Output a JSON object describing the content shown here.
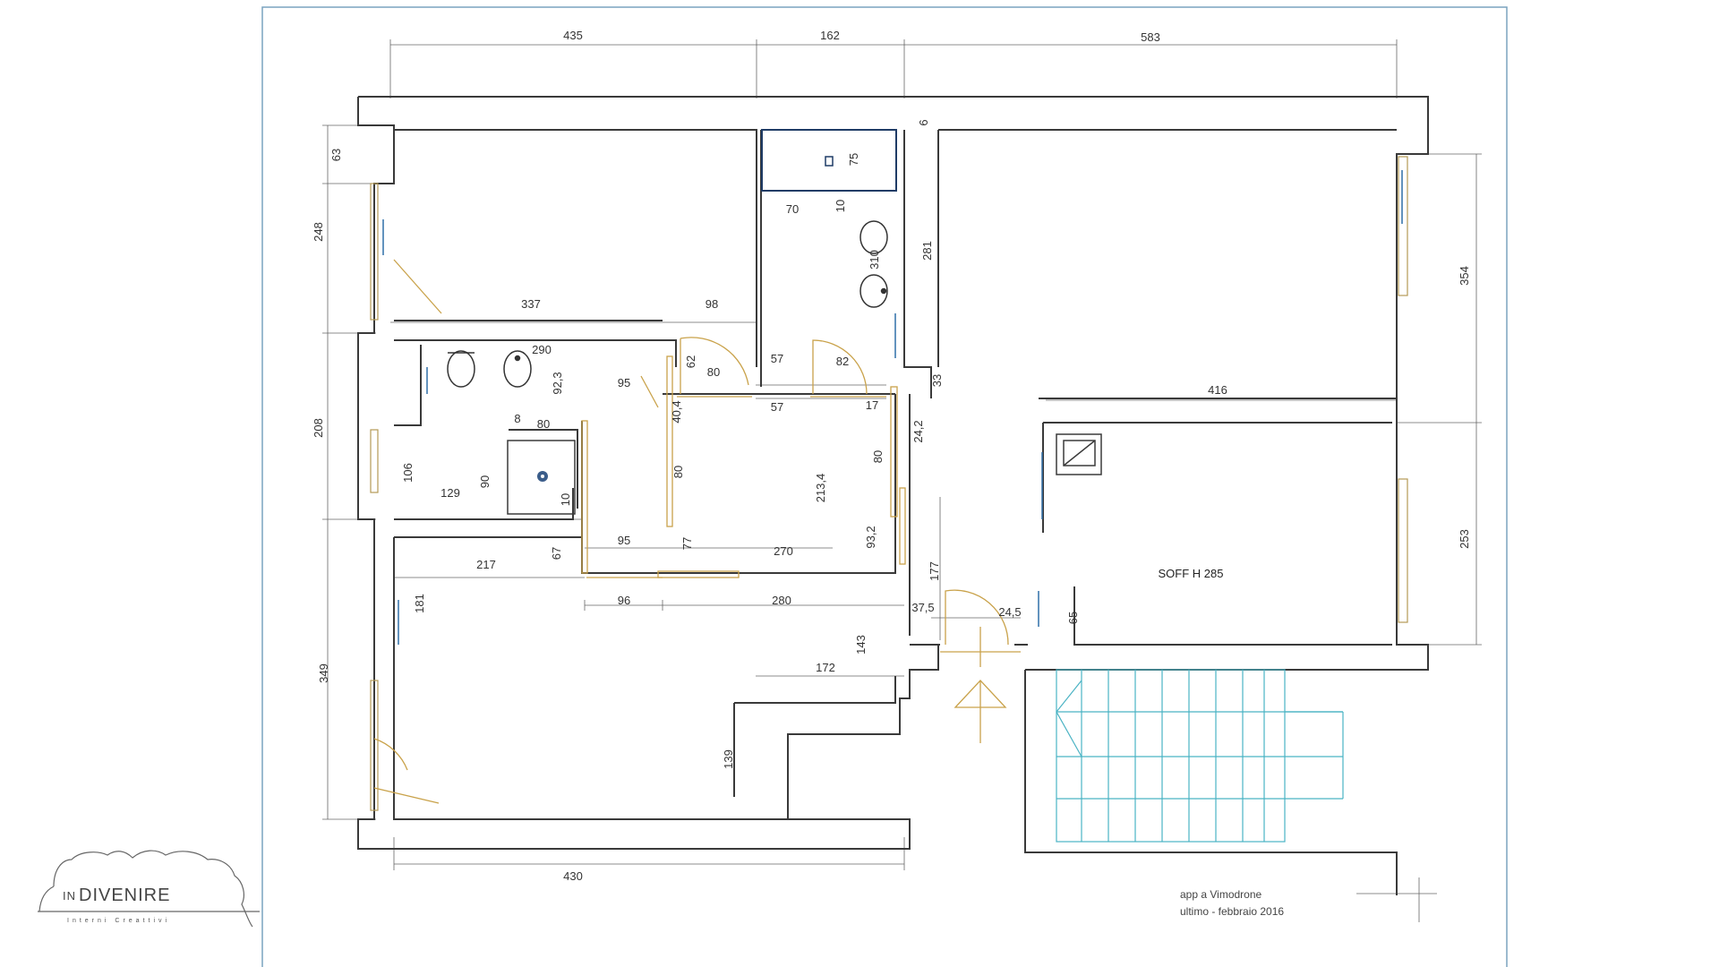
{
  "plan": {
    "room_label": "SOFF H 285",
    "note": {
      "line1": "app a Vimodrone",
      "line2": "ultimo - febbraio 2016"
    },
    "logo": {
      "prefix": "IN",
      "name": "DIVENIRE",
      "tagline": "Interni Creattivi"
    },
    "colors": {
      "frame": "#7aa3bf",
      "walls": "#3a3a3a",
      "doors": "#c9a24a",
      "stairs": "#4ab3c4",
      "windows": "#2f6fa8"
    },
    "icons": [
      "toilet-icon",
      "bidet-icon",
      "shower-icon",
      "sink-icon",
      "entrance-arrow-icon"
    ],
    "dimensions": {
      "top_left_width": "435",
      "top_mid_width": "162",
      "top_right_width": "583",
      "left_top_h": "63",
      "left_room_h": "248",
      "left_bath_h": "208",
      "left_bottom_h": "349",
      "right_top_h": "354",
      "right_bottom_h": "253",
      "room1_width": "337",
      "corridor_98": "98",
      "bath_290": "290",
      "bath_92_3": "92,3",
      "bath_95_top": "95",
      "bath_62": "62",
      "bath_80_door": "80",
      "bath_57_top": "57",
      "bath_82": "82",
      "bath_57_bot": "57",
      "bath_17": "17",
      "bath2_75": "75",
      "bath2_70": "70",
      "bath2_10": "10",
      "bath2_310": "310",
      "wall_281": "281",
      "wall_6": "6",
      "wall_33": "33",
      "room_416": "416",
      "bath_40_4": "40,4",
      "bath_8": "8",
      "bath_80_shower": "80",
      "bath_106": "106",
      "bath_129": "129",
      "bath_90": "90",
      "bath_10": "10",
      "hall_80": "80",
      "hall_213_4": "213,4",
      "hall_24_2": "24,2",
      "hall_80_right": "80",
      "hall_93_2": "93,2",
      "hall_95_bot": "95",
      "hall_77": "77",
      "hall_270": "270",
      "hall_67": "67",
      "living_217": "217",
      "living_181": "181",
      "hall_96": "96",
      "hall_280": "280",
      "entry_177": "177",
      "entry_37_5": "37,5",
      "entry_24_5": "24,5",
      "room_65": "65",
      "living_143": "143",
      "living_172": "172",
      "living_139": "139",
      "bottom_430": "430"
    }
  }
}
